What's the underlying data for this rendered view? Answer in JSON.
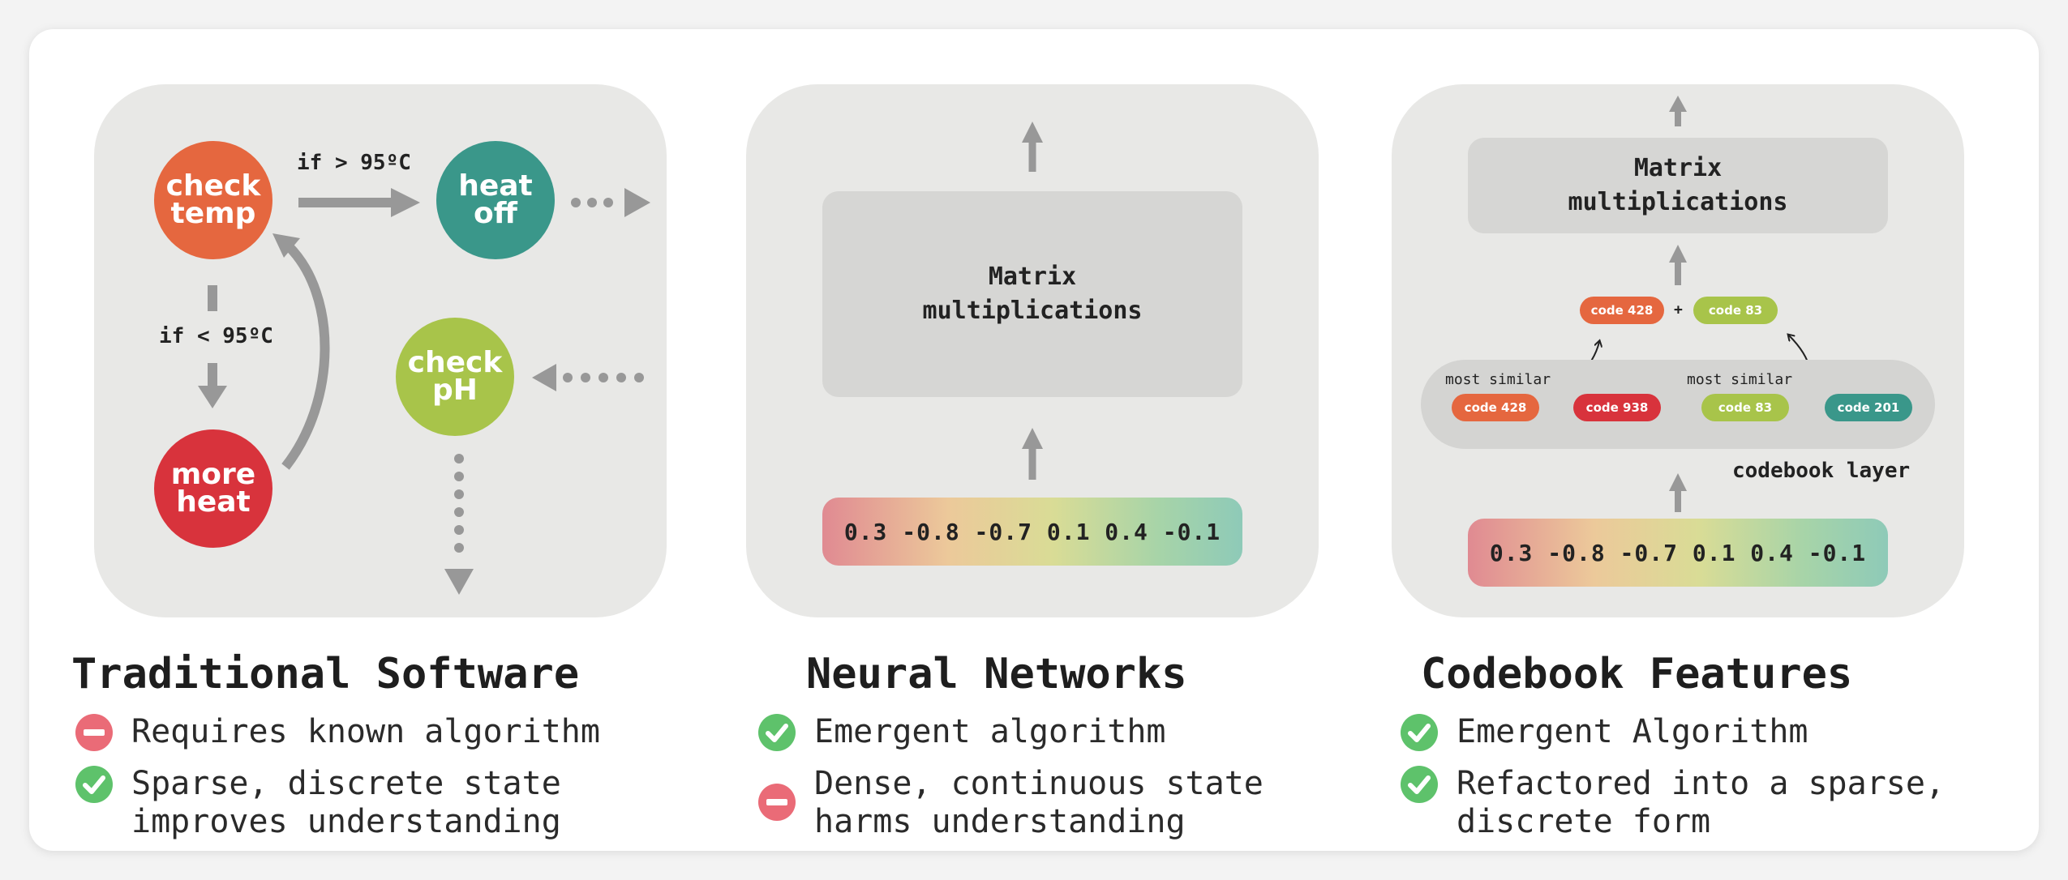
{
  "colors": {
    "orange": "#e5673f",
    "teal": "#3a978a",
    "lime": "#a8c44a",
    "red": "#d8333c",
    "check_green": "#5ec26b",
    "minus_red": "#ea6b77",
    "arrow_gray": "#989898"
  },
  "traditional": {
    "check_temp": "check\ntemp",
    "heat_off": "heat\noff",
    "more_heat": "more\nheat",
    "check_ph": "check\npH",
    "cond_gt": "if > 95ºC",
    "cond_lt": "if < 95ºC"
  },
  "neural": {
    "box_label": "Matrix\nmultiplications",
    "vector": "0.3 -0.8 -0.7 0.1 0.4 -0.1"
  },
  "codebook": {
    "box_label": "Matrix\nmultiplications",
    "vector": "0.3 -0.8 -0.7 0.1 0.4 -0.1",
    "layer_label": "codebook layer",
    "most_similar": "most similar",
    "plus": "+",
    "codes": [
      "code 428",
      "code 938",
      "code 83",
      "code 201"
    ],
    "selected": [
      "code 428",
      "code 83"
    ]
  },
  "columns": [
    {
      "title": "Traditional Software",
      "items": [
        {
          "icon": "minus-icon",
          "text": "Requires known algorithm"
        },
        {
          "icon": "check-icon",
          "text": "Sparse, discrete state\nimproves understanding"
        }
      ]
    },
    {
      "title": "Neural Networks",
      "items": [
        {
          "icon": "check-icon",
          "text": "Emergent algorithm"
        },
        {
          "icon": "minus-icon",
          "text": "Dense, continuous state\nharms understanding"
        }
      ]
    },
    {
      "title": "Codebook Features",
      "items": [
        {
          "icon": "check-icon",
          "text": "Emergent Algorithm"
        },
        {
          "icon": "check-icon",
          "text": "Refactored into a sparse,\ndiscrete form"
        }
      ]
    }
  ]
}
